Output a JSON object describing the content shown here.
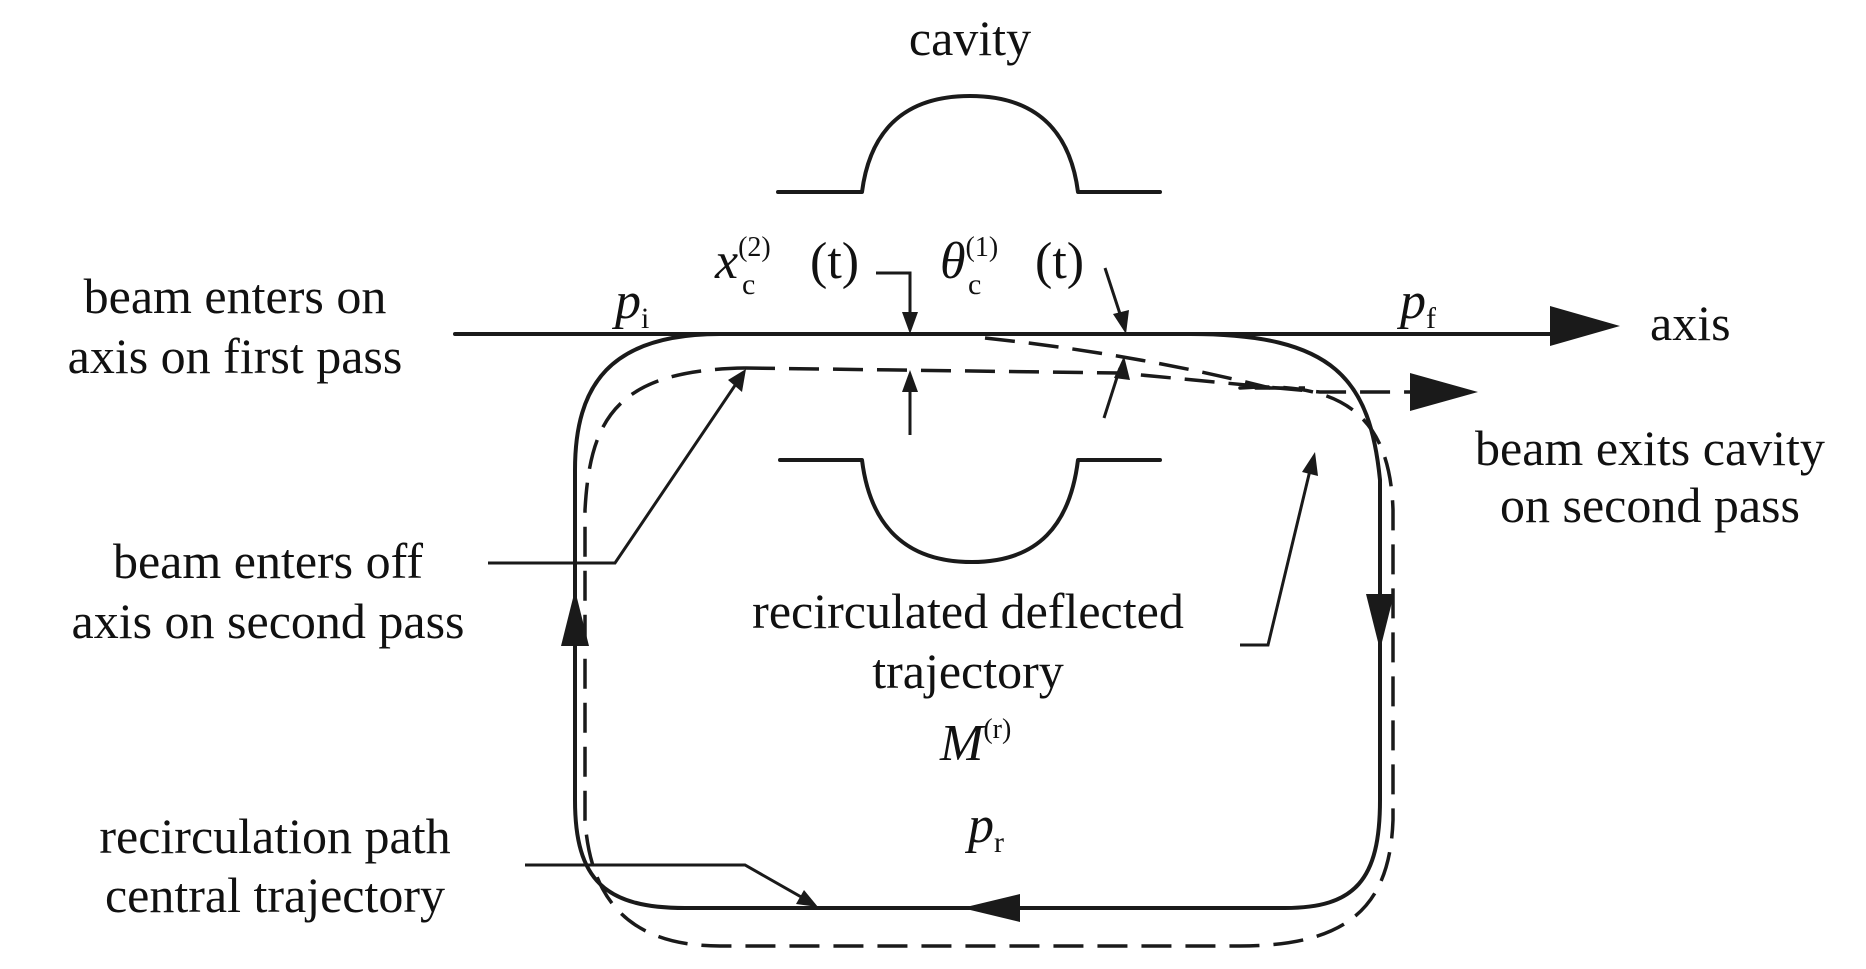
{
  "labels": {
    "cavity": "cavity",
    "axis": "axis",
    "enter_first_line1": "beam enters on",
    "enter_first_line2": "axis on first pass",
    "exit_second_line1": "beam exits cavity",
    "exit_second_line2": "on second pass",
    "enter_off_line1": "beam enters off",
    "enter_off_line2": "axis on second pass",
    "deflected_line1": "recirculated deflected",
    "deflected_line2": "trajectory",
    "central_line1": "recirculation path",
    "central_line2": "central trajectory"
  },
  "math": {
    "p_initial": {
      "symbol": "p",
      "subscript": "i"
    },
    "p_final": {
      "symbol": "p",
      "subscript": "f"
    },
    "p_recirc": {
      "symbol": "p",
      "subscript": "r"
    },
    "x_c": {
      "symbol": "x",
      "subscript": "c",
      "superscript": "(2)",
      "argument": "(t)"
    },
    "theta_c": {
      "symbol": "θ",
      "subscript": "c",
      "superscript": "(1)",
      "argument": "(t)"
    },
    "M_r": {
      "symbol": "M",
      "superscript": "(r)"
    }
  },
  "colors": {
    "ink": "#1a1a1a",
    "background": "#ffffff"
  }
}
